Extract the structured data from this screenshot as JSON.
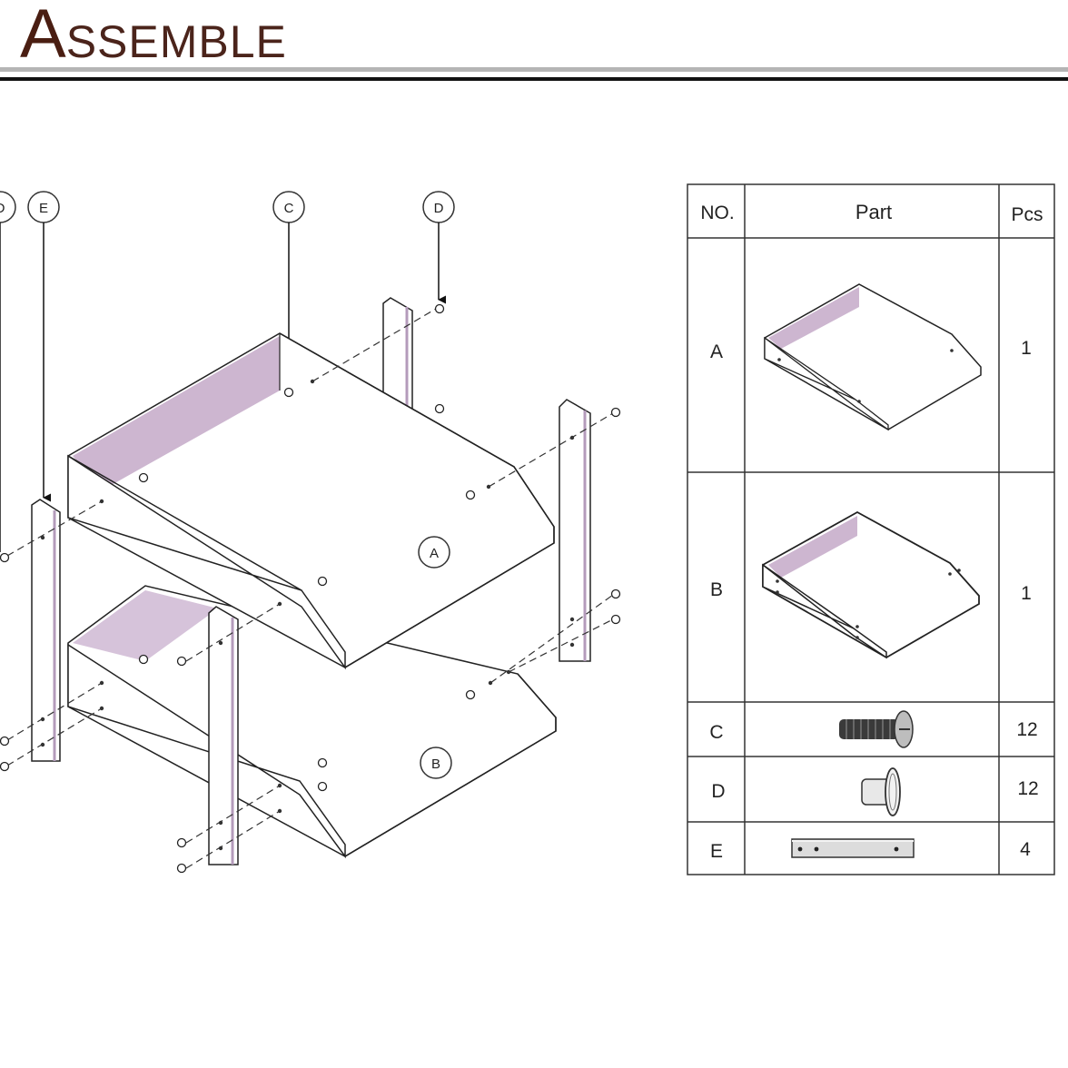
{
  "header": {
    "initial": "A",
    "rest": "SSEMBLE"
  },
  "callouts": {
    "d_left": "D",
    "e_left": "E",
    "c_top": "C",
    "d_top": "D",
    "tray_a": "A",
    "tray_b": "B"
  },
  "colors": {
    "accent_brown": "#4a1e12",
    "panel_lavender": "#cdb6d0",
    "rule_grey": "#b5b5b5"
  },
  "table": {
    "headers": {
      "no": "NO.",
      "part": "Part",
      "pcs": "Pcs"
    },
    "rows": [
      {
        "no": "A",
        "part_icon": "tray-a-icon",
        "pcs": "1"
      },
      {
        "no": "B",
        "part_icon": "tray-b-icon",
        "pcs": "1"
      },
      {
        "no": "C",
        "part_icon": "screw-icon",
        "pcs": "12"
      },
      {
        "no": "D",
        "part_icon": "barrel-nut-icon",
        "pcs": "12"
      },
      {
        "no": "E",
        "part_icon": "leg-bar-icon",
        "pcs": "4"
      }
    ]
  }
}
